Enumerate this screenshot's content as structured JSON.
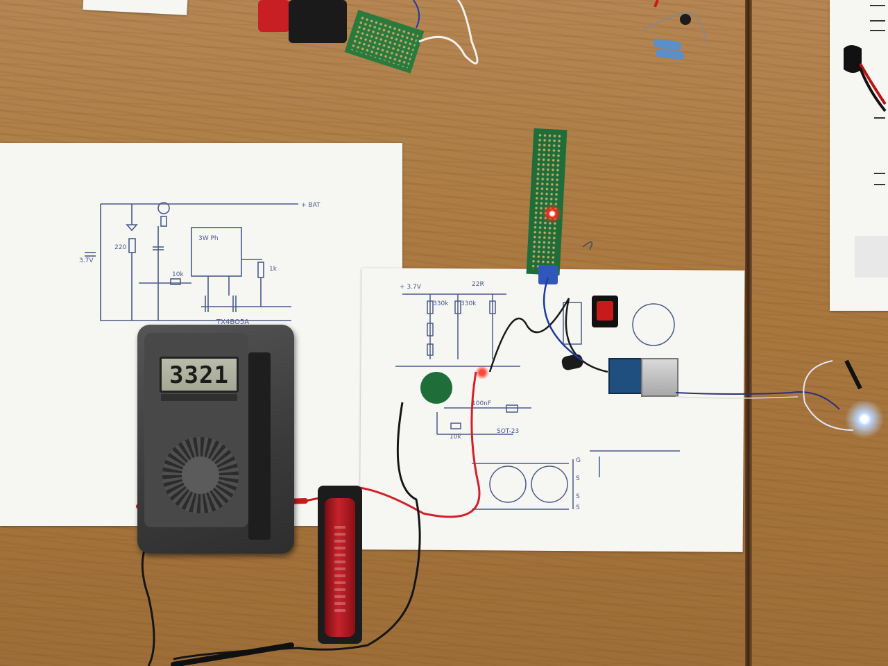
{
  "scene": {
    "description_labels": {
      "multimeter_reading": "3321",
      "schematic_left_label": "TX4BO5A",
      "schematic_right_top_label": "+ 3.7V",
      "schematic_right_caption": "SOT-23"
    }
  },
  "colors": {
    "desk": "#a9783f",
    "paper": "#f6f6f3",
    "ink": "#4a5a8a",
    "multimeter": "#3a3a3a",
    "lcd": "#b1b49e",
    "battery_cell": "#c5232b",
    "pcb_green": "#1f6e3a",
    "wire_red": "#d3202a",
    "wire_pink": "#e06a8c",
    "led_red": "#ff2a1a",
    "led_blue": "#bcd6ff"
  },
  "icons": [
    "multimeter-icon",
    "battery-icon",
    "led-icon",
    "usb-port-icon",
    "rocker-switch-icon"
  ]
}
